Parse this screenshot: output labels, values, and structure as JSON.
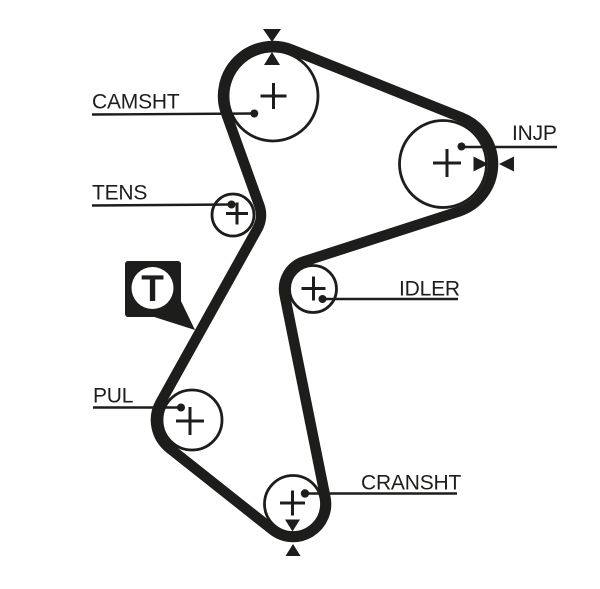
{
  "diagram": {
    "background": "#ffffff",
    "ink": "#1d1d1b",
    "labels": {
      "camshaft": "CAMSHT",
      "tensioner": "TENS",
      "injection_pump": "INJP",
      "idler": "IDLER",
      "pulley": "PUL",
      "crankshaft": "CRANSHT"
    },
    "badge": {
      "letter": "T"
    }
  }
}
